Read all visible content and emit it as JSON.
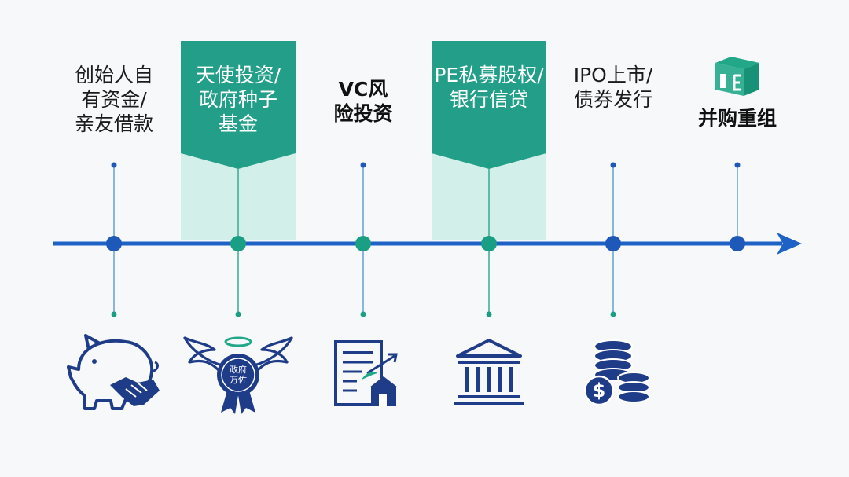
{
  "colors": {
    "axis": "#1e62c6",
    "node_blue": "#1e58b8",
    "node_teal": "#1a9e84",
    "teal_banner": "#239f89",
    "teal_light": "#d3efe9",
    "icon_navy": "#1f3c88",
    "icon_teal": "#22a889",
    "background": "#f6f8f9"
  },
  "stages": [
    {
      "label": "创始人自\n有资金/\n亲友借款",
      "highlighted": false,
      "bold": false,
      "node_color": "blue",
      "icon": "piggy-bank-handshake-icon"
    },
    {
      "label": "天使投资/\n政府种子\n基金",
      "highlighted": true,
      "bold": false,
      "node_color": "teal",
      "icon": "angel-wings-badge-icon",
      "icon_text": "政府\n万佐"
    },
    {
      "label": "VC风\n险投资",
      "highlighted": false,
      "bold": true,
      "node_color": "teal",
      "icon": "document-growth-icon"
    },
    {
      "label": "PE私募股权/\n银行信贷",
      "highlighted": true,
      "bold": false,
      "node_color": "teal",
      "icon": "bank-building-icon"
    },
    {
      "label": "IPO上市/\n债券发行",
      "highlighted": false,
      "bold": false,
      "node_color": "blue",
      "icon": "dollar-coins-icon"
    },
    {
      "label": "并购重组",
      "highlighted": false,
      "bold": true,
      "node_color": "blue",
      "icon": "merge-blocks-icon"
    }
  ]
}
